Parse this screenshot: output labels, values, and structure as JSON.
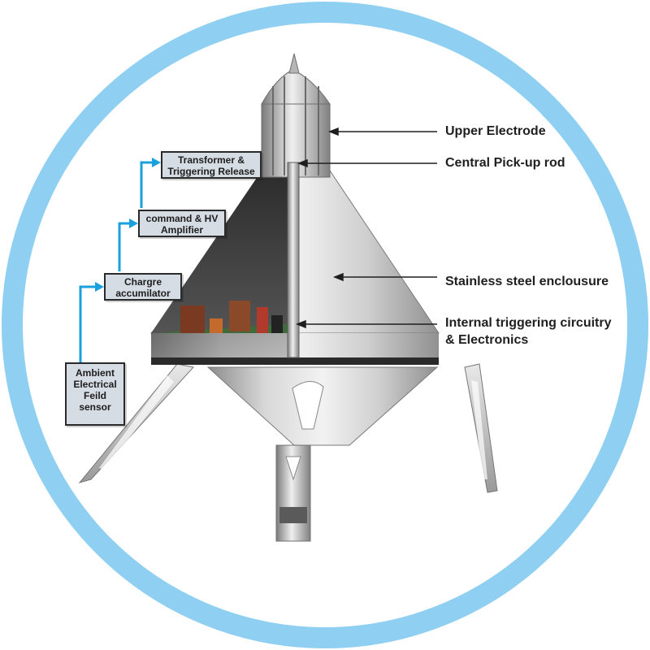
{
  "colors": {
    "ring": "#8fd0f2",
    "connector": "#1aa0dd",
    "pointer": "#1f1f1f",
    "box_fill": "#d6dce3"
  },
  "callouts": {
    "upper_electrode": "Upper Electrode",
    "central_pickup_rod": "Central Pick-up rod",
    "enclosure": "Stainless steel enclousure",
    "circuitry_line1": "Internal triggering circuitry",
    "circuitry_line2": "& Electronics"
  },
  "chain": {
    "transformer_line1": "Transformer &",
    "transformer_line2": "Triggering Release",
    "amplifier_line1": "command & HV",
    "amplifier_line2": "Amplifier",
    "accumulator_line1": "Chargre",
    "accumulator_line2": "accumilator",
    "sensor_line1": "Ambient",
    "sensor_line2": "Electrical",
    "sensor_line3": "Feild",
    "sensor_line4": "sensor"
  }
}
